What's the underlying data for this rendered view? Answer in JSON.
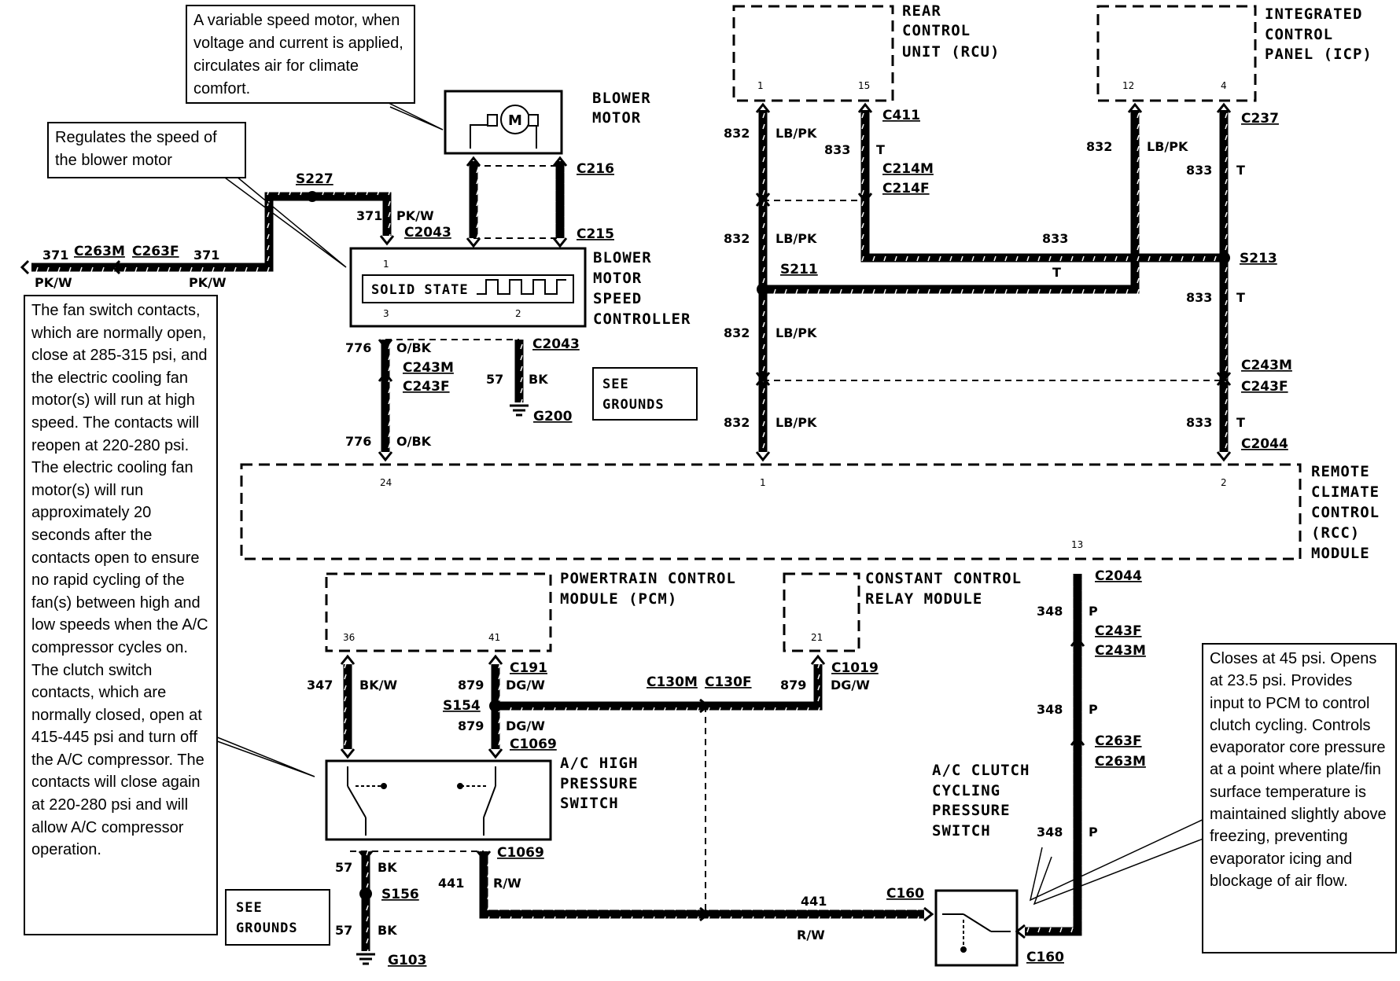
{
  "notes": {
    "blower_motor": "A variable speed motor, when voltage and current is applied, circulates air for climate comfort.",
    "speed_controller": "Regulates the speed of the blower motor",
    "fan_switch": "The fan switch contacts, which are normally open, close at 285-315 psi, and the electric cooling fan motor(s) will run at high speed. The contacts will reopen at 220-280 psi. The electric cooling fan motor(s) will run approximately 20 seconds after the contacts open to ensure no rapid cycling of the fan(s) between high and low speeds when the A/C compressor cycles on. The clutch switch contacts, which are normally closed, open at 415-445 psi and turn off the A/C compressor. The contacts will close again at 220-280 psi and will allow A/C compressor operation.",
    "clutch_switch": "Closes at 45 psi. Opens at 23.5 psi. Provides input to PCM to control clutch cycling. Controls evaporator core pressure at a point where plate/fin surface temperature is maintained slightly above freezing, preventing evaporator icing and blockage of air flow."
  },
  "modules": {
    "blower_motor": [
      "BLOWER",
      "MOTOR"
    ],
    "blower_motor_symbol": "M",
    "speed_controller": [
      "BLOWER",
      "MOTOR",
      "SPEED",
      "CONTROLLER"
    ],
    "solid_state": "SOLID STATE",
    "rcu": [
      "REAR",
      "CONTROL",
      "UNIT (RCU)"
    ],
    "icp": [
      "INTEGRATED",
      "CONTROL",
      "PANEL (ICP)"
    ],
    "rcc": [
      "REMOTE",
      "CLIMATE",
      "CONTROL",
      "(RCC)",
      "MODULE"
    ],
    "pcm": [
      "POWERTRAIN CONTROL",
      "MODULE (PCM)"
    ],
    "ccrm": [
      "CONSTANT CONTROL",
      "RELAY MODULE"
    ],
    "hp_switch": [
      "A/C HIGH",
      "PRESSURE",
      "SWITCH"
    ],
    "clutch_switch": [
      "A/C CLUTCH",
      "CYCLING",
      "PRESSURE",
      "SWITCH"
    ],
    "see_grounds": [
      "SEE",
      "GROUNDS"
    ]
  },
  "connectors": {
    "c263m": "C263M",
    "c263f": "C263F",
    "s227": "S227",
    "c2043": "C2043",
    "c216": "C216",
    "c215": "C215",
    "c411": "C411",
    "c214m": "C214M",
    "c214f": "C214F",
    "c237": "C237",
    "s211": "S211",
    "s213": "S213",
    "c243m": "C243M",
    "c243f": "C243F",
    "c2044": "C2044",
    "g200": "G200",
    "c191": "C191",
    "s154": "S154",
    "c1069": "C1069",
    "c130m": "C130M",
    "c130f": "C130F",
    "c1019": "C1019",
    "s156": "S156",
    "g103": "G103",
    "c160": "C160"
  },
  "circuits": {
    "n371": "371",
    "n776": "776",
    "n57": "57",
    "n832": "832",
    "n833": "833",
    "n347": "347",
    "n879": "879",
    "n441": "441",
    "n348": "348",
    "pkw": "PK/W",
    "obk": "O/BK",
    "bk": "BK",
    "lbpk": "LB/PK",
    "t": "T",
    "bkw": "BK/W",
    "dgw": "DG/W",
    "rw": "R/W",
    "p": "P"
  },
  "pins": {
    "p1": "1",
    "p2": "2",
    "p3": "3",
    "p4": "4",
    "p12": "12",
    "p13": "13",
    "p15": "15",
    "p21": "21",
    "p24": "24",
    "p36": "36",
    "p41": "41"
  }
}
